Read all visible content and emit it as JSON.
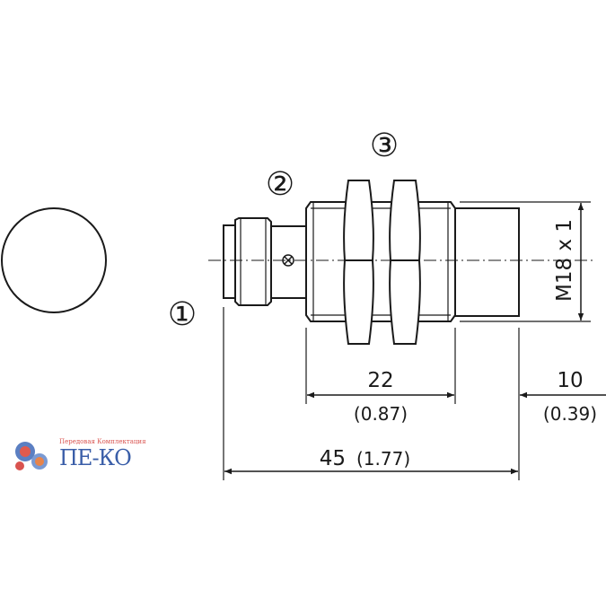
{
  "callouts": {
    "one": "①",
    "two": "②",
    "three": "③"
  },
  "dimensions": {
    "thread_label": "M18 x 1",
    "d22": "22",
    "d22_in": "(0.87)",
    "d10": "10",
    "d10_in": "(0.39)",
    "d45": "45",
    "d45_in": "(1.77)"
  },
  "logo": {
    "tagline": "Передовая Комплектация",
    "name": "ПЕ-КО"
  }
}
